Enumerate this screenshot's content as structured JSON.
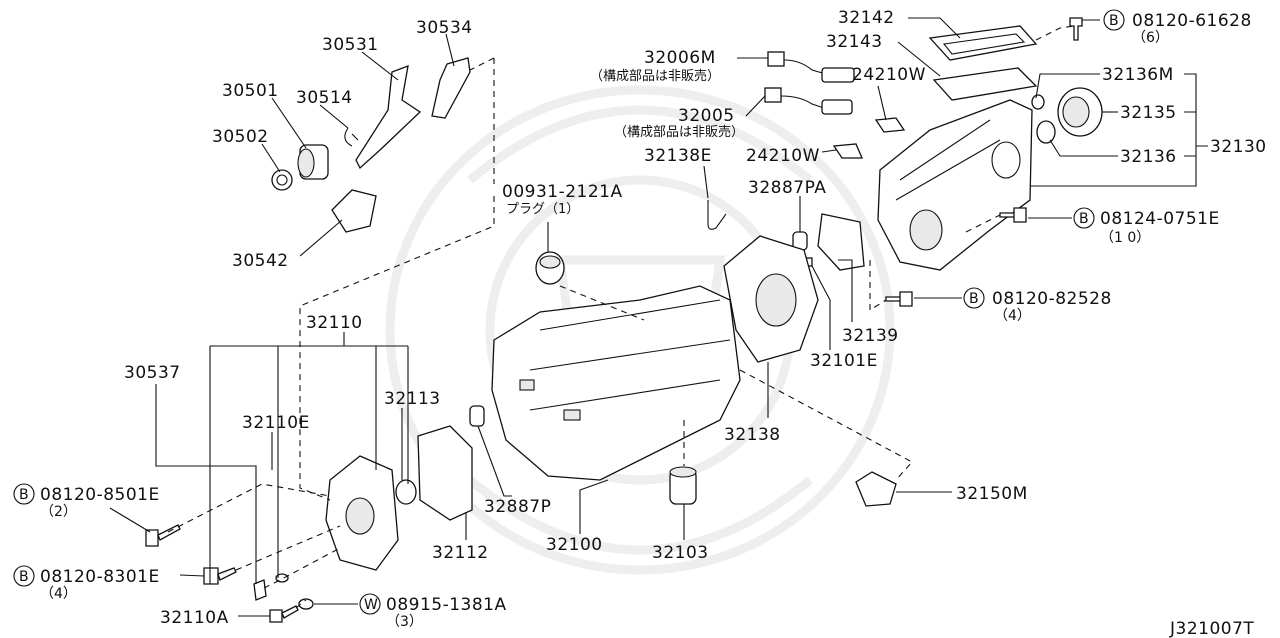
{
  "diagram": {
    "diagram_code": "J321007T",
    "labels": {
      "p30534": "30534",
      "p30531": "30531",
      "p30501": "30501",
      "p30514": "30514",
      "p30502": "30502",
      "p30542": "30542",
      "p32006M": "32006M",
      "p32006M_note": "（構成部品は非販売）",
      "p32005": "32005",
      "p32005_note": "（構成部品は非販売）",
      "p32142": "32142",
      "p32143": "32143",
      "p24210W_a": "24210W",
      "p24210W_b": "24210W",
      "p32136M": "32136M",
      "p32135": "32135",
      "p32136": "32136",
      "p32130": "32130",
      "p32138E": "32138E",
      "p32887PA": "32887PA",
      "p00931": "00931-2121A",
      "p00931_note": "プラグ（1）",
      "p32139": "32139",
      "p32101E": "32101E",
      "p32110": "32110",
      "p30537": "30537",
      "p32113": "32113",
      "p32110E": "32110E",
      "p32138": "32138",
      "p32887P": "32887P",
      "p32112": "32112",
      "p32100": "32100",
      "p32103": "32103",
      "p32150M": "32150M",
      "p32110A": "32110A"
    },
    "bolts": [
      {
        "prefix": "B",
        "number": "08120-61628",
        "qty": "（6）"
      },
      {
        "prefix": "B",
        "number": "08124-0751E",
        "qty": "（1 0）"
      },
      {
        "prefix": "B",
        "number": "08120-82528",
        "qty": "（4）"
      },
      {
        "prefix": "B",
        "number": "08120-8501E",
        "qty": "（2）"
      },
      {
        "prefix": "B",
        "number": "08120-8301E",
        "qty": "（4）"
      },
      {
        "prefix": "W",
        "number": "08915-1381A",
        "qty": "（3）"
      }
    ]
  }
}
